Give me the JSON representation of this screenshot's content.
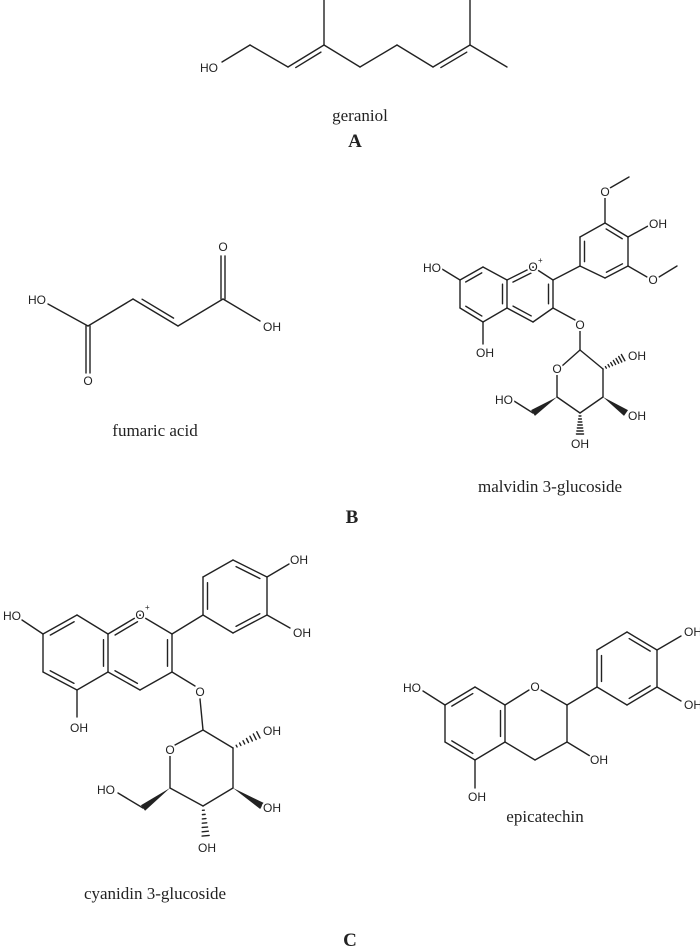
{
  "panels": {
    "a": "A",
    "b": "B",
    "c": "C"
  },
  "molecules": {
    "geraniol": {
      "name": "geraniol",
      "atoms": [
        "HO"
      ]
    },
    "fumaric_acid": {
      "name": "fumaric acid",
      "atoms": [
        "HO",
        "O",
        "O",
        "OH"
      ]
    },
    "malvidin": {
      "name": "malvidin 3-glucoside",
      "charge": "+",
      "atoms": [
        "HO",
        "OH",
        "O",
        "O",
        "OH",
        "O",
        "O",
        "O",
        "OH",
        "OH",
        "OH",
        "HO"
      ]
    },
    "cyanidin": {
      "name": "cyanidin 3-glucoside",
      "charge": "+",
      "atoms": [
        "HO",
        "OH",
        "O",
        "OH",
        "OH",
        "O",
        "O",
        "OH",
        "OH",
        "OH",
        "HO"
      ]
    },
    "epicatechin": {
      "name": "epicatechin",
      "atoms": [
        "HO",
        "OH",
        "O",
        "OH",
        "OH",
        "OH"
      ]
    }
  }
}
